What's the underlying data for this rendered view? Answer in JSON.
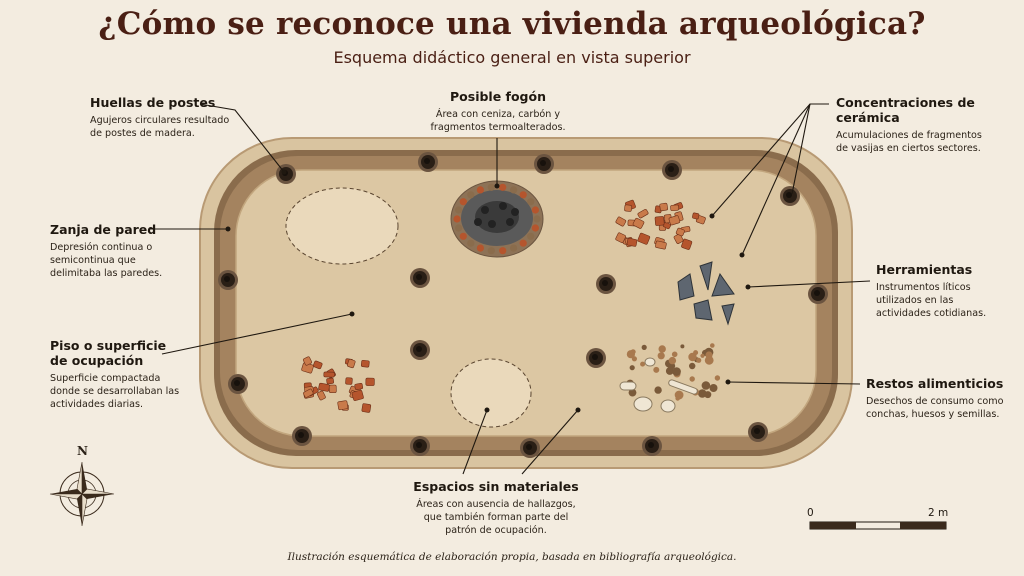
{
  "title": "¿Cómo se reconoce una vivienda arqueológica?",
  "subtitle": "Esquema didáctico general en vista superior",
  "labels": {
    "postes": {
      "title": "Huellas de postes",
      "desc": "Agujeros circulares resultado de postes de madera."
    },
    "fogon": {
      "title": "Posible fogón",
      "desc": "Área con ceniza, carbón y fragmentos termoalterados."
    },
    "ceramica": {
      "title": "Concentraciones de cerámica",
      "desc": "Acumulaciones de fragmentos de vasijas en ciertos sectores."
    },
    "zanja": {
      "title": "Zanja de pared",
      "desc": "Depresión continua o semicontinua que delimitaba las paredes."
    },
    "herramientas": {
      "title": "Herramientas",
      "desc": "Instrumentos líticos utilizados en las actividades cotidianas."
    },
    "piso": {
      "title": "Piso o superficie de ocupación",
      "desc": "Superficie compactada donde se desarrollaban las actividades diarias."
    },
    "restos": {
      "title": "Restos alimenticios",
      "desc": "Desechos de consumo como conchas, huesos y semillas."
    },
    "espacios": {
      "title": "Espacios sin materiales",
      "desc": "Áreas con ausencia de hallazgos, que también forman parte del patrón de ocupación."
    }
  },
  "compass": {
    "north": "N"
  },
  "scale": {
    "start": "0",
    "end": "2 m"
  },
  "caption": "Ilustración esquemática de elaboración propia, basada en bibliografía arqueológica.",
  "colors": {
    "title": "#4a1f14",
    "floor": "#dcc7a3",
    "trench": "#8a6c4c",
    "ceramic": "#b5552d",
    "ash": "#4a4a4a"
  }
}
